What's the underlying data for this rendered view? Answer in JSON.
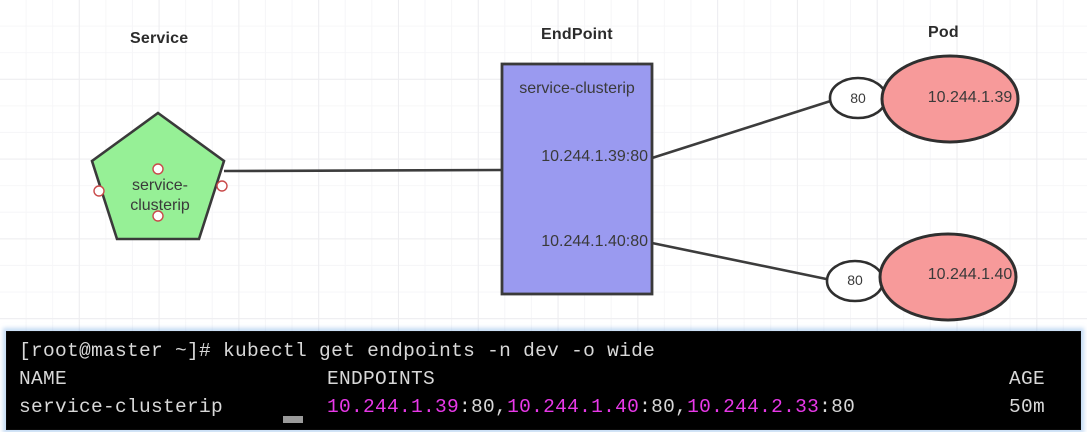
{
  "diagram": {
    "columns": [
      {
        "id": "service",
        "title": "Service"
      },
      {
        "id": "endpoint",
        "title": "EndPoint"
      },
      {
        "id": "pod",
        "title": "Pod"
      }
    ],
    "service_node": {
      "shape": "pentagon",
      "label_line_1": "service-",
      "label_line_2": "clusterip",
      "fill": "#96f096",
      "stroke": "#3a3a3a"
    },
    "endpoint_node": {
      "shape": "rectangle",
      "name": "service-clusterip",
      "addresses": [
        "10.244.1.39:80",
        "10.244.1.40:80"
      ],
      "fill": "#9a9af0",
      "stroke": "#3a3a3a"
    },
    "pods": [
      {
        "ip": "10.244.1.39",
        "port": "80",
        "fill": "#f79a9a",
        "stroke": "#2f2f2f"
      },
      {
        "ip": "10.244.1.40",
        "port": "80",
        "fill": "#f79a9a",
        "stroke": "#2f2f2f"
      }
    ],
    "canvas": {
      "grid": "on",
      "background": "#ffffff"
    }
  },
  "terminal": {
    "prompt": "[root@master ~]# ",
    "command": "kubectl get endpoints -n dev -o wide",
    "header": {
      "name": "NAME",
      "endpoints": "ENDPOINTS",
      "age": "AGE"
    },
    "row": {
      "name": "service-clusterip",
      "endpoints_text": "10.244.1.39:80,10.244.1.40:80,10.244.2.33:80",
      "endpoint_ips": [
        "10.244.1.39",
        "10.244.1.40",
        "10.244.2.33"
      ],
      "endpoint_port": ":80",
      "separator": ",",
      "age": "50m"
    },
    "colors": {
      "background": "#000000",
      "text": "#d8d8d8",
      "ip": "#e838e8",
      "glow": "#96bee8"
    }
  }
}
